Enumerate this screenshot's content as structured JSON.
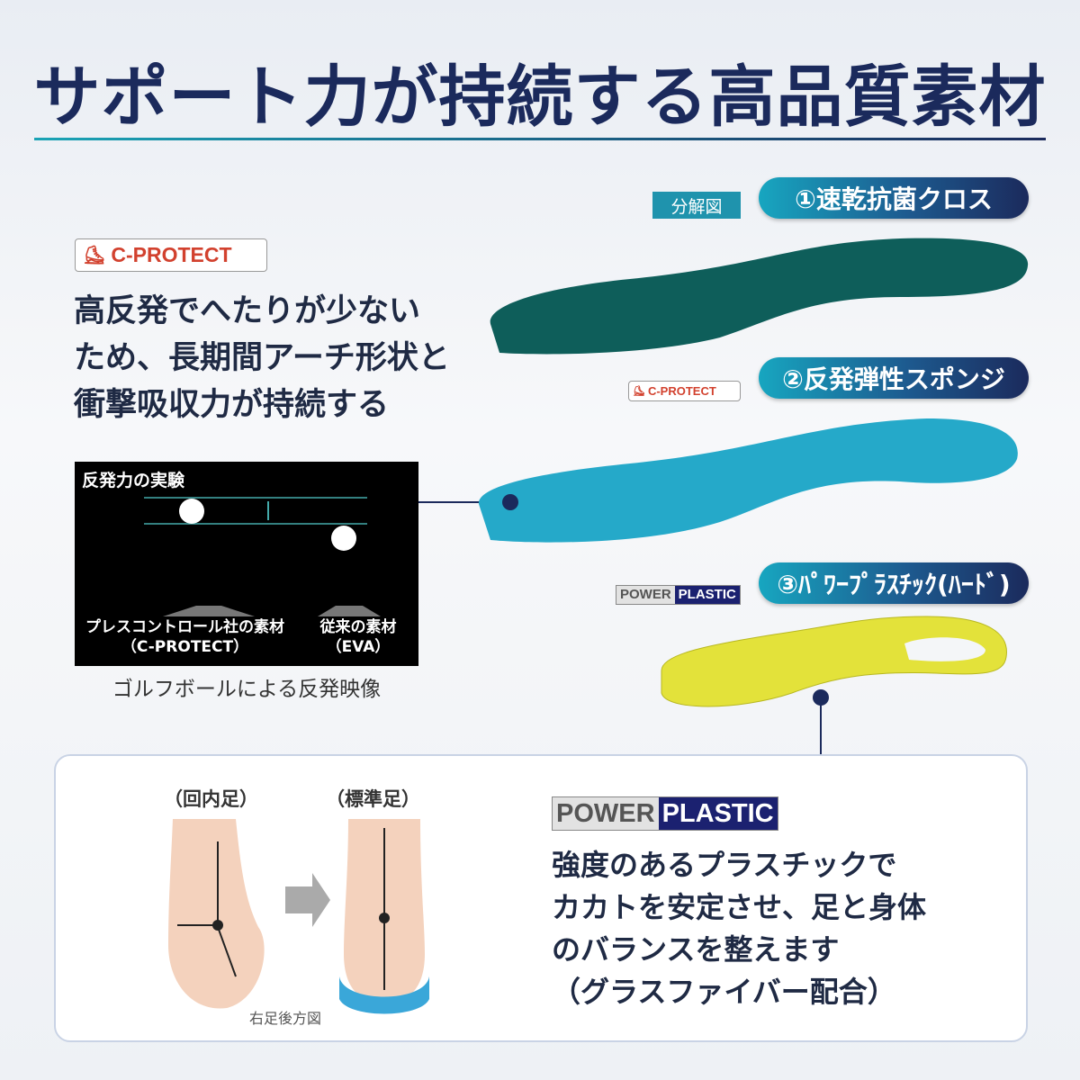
{
  "title": "サポート力が持続する高品質素材",
  "c_protect": {
    "badge": "C-PROTECT",
    "lines": [
      "高反発でへたりが少ない",
      "ため、長期間アーチ形状と",
      "衝撃吸収力が持続する"
    ]
  },
  "experiment": {
    "title": "反発力の実験",
    "left_label": "プレスコントロール社の素材",
    "left_sub": "（C-PROTECT）",
    "right_label": "従来の素材",
    "right_sub": "（EVA）",
    "caption": "ゴルフボールによる反発映像"
  },
  "layers": {
    "diagram_tag": "分解図",
    "items": [
      {
        "label": "①速乾抗菌クロス"
      },
      {
        "label": "②反発弾性スポンジ",
        "badge": "C-PROTECT"
      },
      {
        "label": "③ﾊﾟﾜｰﾌﾟﾗｽﾁｯｸ(ﾊｰﾄﾞ)",
        "badge_a": "POWER",
        "badge_b": "PLASTIC"
      }
    ]
  },
  "panel": {
    "foot_left": "（回内足）",
    "foot_right": "（標準足）",
    "foot_caption": "右足後方図",
    "badge_a": "POWER",
    "badge_b": "PLASTIC",
    "lines": [
      "強度のあるプラスチックで",
      "カカトを安定させ、足と身体",
      "のバランスを整えます",
      "（グラスファイバー配合）"
    ]
  },
  "colors": {
    "navy": "#1b2a5c",
    "teal": "#17a6c0",
    "cloth": "#0e5e5a",
    "sponge": "#25a9c9",
    "plastic": "#e3e23a"
  }
}
